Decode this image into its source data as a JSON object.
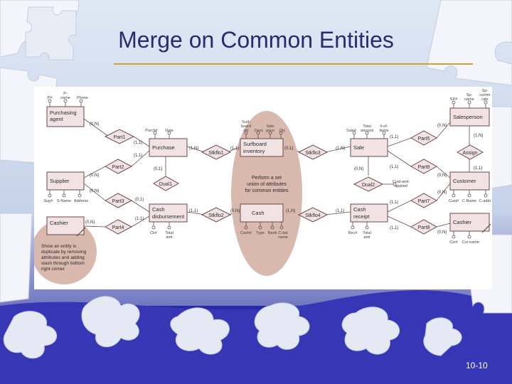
{
  "slide": {
    "title": "Merge on Common Entities",
    "number": "10-10",
    "colors": {
      "title": "#2a2a6e",
      "rule": "#c9a23a",
      "highlight": "#d7b4a9",
      "box": "#f1e3e3",
      "line": "#6b4a4a"
    }
  },
  "diagram": {
    "notes": {
      "center_lines": [
        "Perform a set",
        "union of attributes",
        "for common entities"
      ],
      "left_lines": [
        "Show an entity is",
        "duplicate by removing",
        "attributes and adding",
        "slash through bottom",
        "right corner"
      ]
    },
    "entities": {
      "purchasing_agent_lines": [
        "Purchasing",
        "agent"
      ],
      "purchase": "Purchase",
      "surfboard_inventory_lines": [
        "Surfboard",
        "inventory"
      ],
      "sale": "Sale",
      "salesperson": "Salesperson",
      "supplier": "Supplier",
      "customer": "Customer",
      "cashier_left": "Cashier",
      "cash_disbursement_lines": [
        "Cash",
        "disbursement"
      ],
      "cash": "Cash",
      "cash_receipt_lines": [
        "Cash",
        "receipt"
      ],
      "cashier_right": "Cashier"
    },
    "relationships": {
      "part1": "Part1",
      "part2": "Part2",
      "part3": "Part3",
      "part4": "Part4",
      "dual1": "Dual1",
      "stkflo1": "Stkflo1",
      "stkflo2": "Stkflo2",
      "stkflo3": "Stkflo3",
      "stkflo4": "Stkflo4",
      "dual2": "Dual2",
      "part5": "Part5",
      "part6": "Part6",
      "part7": "Part7",
      "part8": "Part8",
      "assign": "Assign"
    },
    "cardinalities": {
      "c_p1_agent": "(0,N)",
      "c_p1_purch": "(1,1)",
      "c_p2_purch": "(1,1)",
      "c_p2_supp": "(0,N)",
      "c_p3_supp": "(0,N)",
      "c_p3_disb": "(0,1)",
      "c_p4_cashier": "(0,N)",
      "c_p4_disb": "(1,1)",
      "c_dual1_purch": "(0,1)",
      "c_s1_purch": "(1,N)",
      "c_s1_inv": "(1,1)",
      "c_s3_inv": "(0,1)",
      "c_s3_sale": "(1,N)",
      "c_s2_disb": "(1,1)",
      "c_s2_cash": "(0,N)",
      "c_s4_cash": "(1,N)",
      "c_s4_rcpt": "(1,1)",
      "c_dual2_sale": "(0,N)",
      "c_p5_sale": "(1,1)",
      "c_p5_sp": "(0,N)",
      "c_assign_sp": "(1,N)",
      "c_p6_sale": "(1,1)",
      "c_p6_cust": "(0,N)",
      "c_assign_cust": "(1,1)",
      "c_p7_cust": "(0,N)",
      "c_p7_rcpt": "(1,1)",
      "c_p8_rcpt": "(1,1)",
      "c_p8_cashier": "(0,N)"
    },
    "attributes": {
      "p_num": "P#",
      "p_name_lines": [
        "P-",
        "name"
      ],
      "phone": "Phone",
      "purch_num": "Purch#",
      "date": "Date",
      "surf_lines": [
        "Surf-",
        "board",
        "id#"
      ],
      "desc": "Desc",
      "sale_price_lines": [
        "Sale",
        "price"
      ],
      "qty": "Qty",
      "sale_num": "Sale#",
      "total_amount_lines": [
        "Total",
        "amount"
      ],
      "items_lines": [
        "#-of-",
        "items"
      ],
      "sp_num": "SP#",
      "sp_name_lines": [
        "Sp-",
        "name"
      ],
      "sp_comm_lines": [
        "Sp-",
        "comm",
        "rate"
      ],
      "sup_num": "Sup#",
      "s_name": "S-Name",
      "address": "Address",
      "cust_num": "Cust#",
      "c_name": "C-Name",
      "c_addr": "C-addr",
      "ck_num": "Ck#",
      "total_amt_lines": [
        "Total",
        "amt"
      ],
      "cash_num": "Cash#",
      "type": "Type",
      "bank": "Bank",
      "cash_name_lines": [
        "C-bal",
        "name"
      ],
      "rec_num": "Rec#",
      "rcpt_total_lines": [
        "Total",
        "amt"
      ],
      "cust_amt_applied_lines": [
        "Cust-amt-",
        "applied"
      ],
      "cashier_num": "Csr#",
      "cashier_name": "Csr-name"
    }
  }
}
